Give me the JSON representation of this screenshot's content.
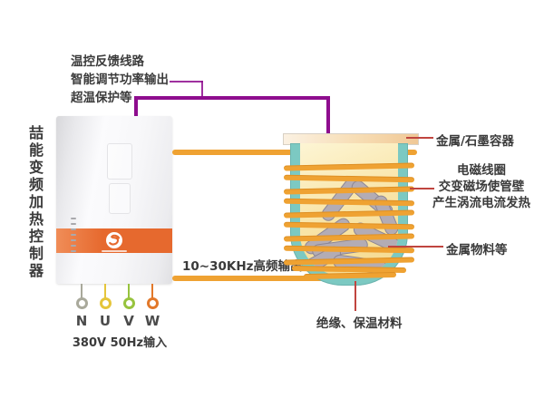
{
  "side_label": "喆能变频加热控制器",
  "feedback_note": {
    "line1": "温控反馈线路",
    "line2": "智能调节功率输出",
    "line3": "超温保护等"
  },
  "output_label": "10~30KHz高频输出",
  "power_input": {
    "caption": "380V 50Hz输入",
    "terminals": [
      {
        "label": "N",
        "color": "#A9A99B"
      },
      {
        "label": "U",
        "color": "#E5C53B"
      },
      {
        "label": "V",
        "color": "#97C33E"
      },
      {
        "label": "W",
        "color": "#E2782A"
      }
    ]
  },
  "labels": {
    "container": "金属/石墨容器",
    "coil_line1": "电磁线圈",
    "coil_line2": "交变磁场使管壁",
    "coil_line3": "产生涡流电流发热",
    "material": "金属物料等",
    "insulation": "绝缘、保温材料"
  },
  "colors": {
    "coil": "#EFA232",
    "crucible_wall": "#7CC9C2",
    "lid": "#F3CF9E",
    "feedback_line": "#8E0D8E",
    "label_line": "#C0453F",
    "controller_band": "#E6692E",
    "rod": "#B3ACB4"
  }
}
